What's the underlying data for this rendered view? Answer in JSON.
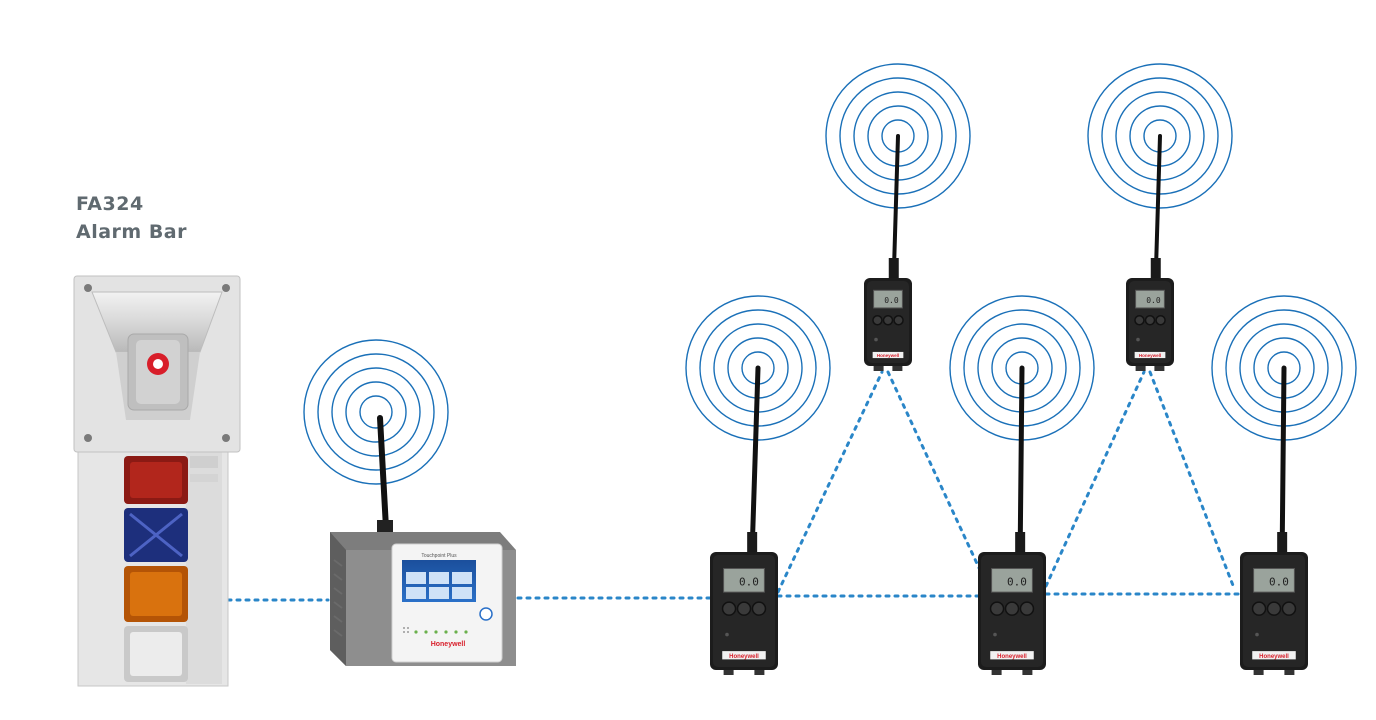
{
  "title": {
    "line1": "FA324",
    "line2": "Alarm Bar"
  },
  "controller": {
    "screen_title": "Touchpoint Plus",
    "brand": "Honeywell"
  },
  "detectors": [
    {
      "screen": "0.0",
      "brand": "Honeywell"
    },
    {
      "screen": "0.0",
      "brand": "Honeywell"
    },
    {
      "screen": "0.0",
      "brand": "Honeywell"
    },
    {
      "screen": "0.0",
      "brand": "Honeywell"
    },
    {
      "screen": "0.0",
      "brand": "Honeywell"
    }
  ],
  "colors": {
    "wave": "#1a70b8",
    "link": "#2a86c8",
    "device_body": "#1c1c1c",
    "housing": "#8e8e8e",
    "alarm_bar": "#e9e9e9",
    "brand_red": "#d81e2a",
    "title_gray": "#606a70"
  },
  "icons": [
    "antenna-icon",
    "radio-wave-icon",
    "alarm-horn-icon",
    "beacon-icon"
  ]
}
